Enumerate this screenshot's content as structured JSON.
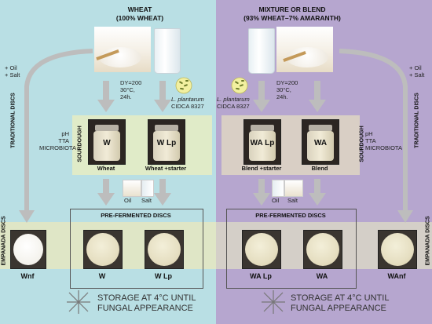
{
  "left": {
    "title_line1": "WHEAT",
    "title_line2": "(100% WHEAT)",
    "oil_salt_line1": "+ Oil",
    "oil_salt_line2": "+ Salt",
    "traditional": "TRADITIONAL DISCS",
    "conditions_line1": "DY=200",
    "conditions_line2": "30°C,",
    "conditions_line3": "24h.",
    "strain_line1": "L. plantarum",
    "strain_line2": "CIDCA 8327",
    "analysis_line1": "pH",
    "analysis_line2": "TTA",
    "analysis_line3": "MICROBIOTA",
    "sourdough": "SOURDOUGH",
    "jar1_letter": "W",
    "jar2_letter": "W Lp",
    "jar1_label": "Wheat",
    "jar2_label": "Wheat +starter",
    "oil_label": "Oil",
    "salt_label": "Salt",
    "empanada": "EMPANADA DISCS",
    "disc1": "Wnf",
    "disc2": "W",
    "disc3": "W Lp",
    "storage_line1": "STORAGE AT 4°C UNTIL",
    "storage_line2": "FUNGAL APPEARANCE"
  },
  "right": {
    "title_line1": "MIXTURE OR BLEND",
    "title_line2": "(93% WHEAT–7% AMARANTH)",
    "oil_salt_line1": "+ Oil",
    "oil_salt_line2": "+ Salt",
    "traditional": "TRADITIONAL DISCS",
    "conditions_line1": "DY=200",
    "conditions_line2": "30°C,",
    "conditions_line3": "24h.",
    "strain_line1": "L. plantarum",
    "strain_line2": "CIDCA 8327",
    "analysis_line1": "pH",
    "analysis_line2": "TTA",
    "analysis_line3": "MICROBIOTA",
    "sourdough": "SOURDOUGH",
    "jar1_letter": "WA Lp",
    "jar2_letter": "WA",
    "jar1_label": "Blend +starter",
    "jar2_label": "Blend",
    "oil_label": "Oil",
    "salt_label": "Salt",
    "empanada": "EMPANADA DISCS",
    "disc1": "WA Lp",
    "disc2": "WA",
    "disc3": "WAnf",
    "storage_line1": "STORAGE AT 4°C UNTIL",
    "storage_line2": "FUNGAL APPEARANCE"
  },
  "center": {
    "prefermented": "PRE-FERMENTED DISCS",
    "prefermented_right": "PRE-FERMENTED DISCS"
  },
  "colors": {
    "left_bg": "#b9dfe4",
    "right_bg": "#b6a6cf",
    "sourdough_band": "#e0ebc8",
    "empanada_band": "#e3e6c4",
    "arrow": "#bdbdbd"
  }
}
